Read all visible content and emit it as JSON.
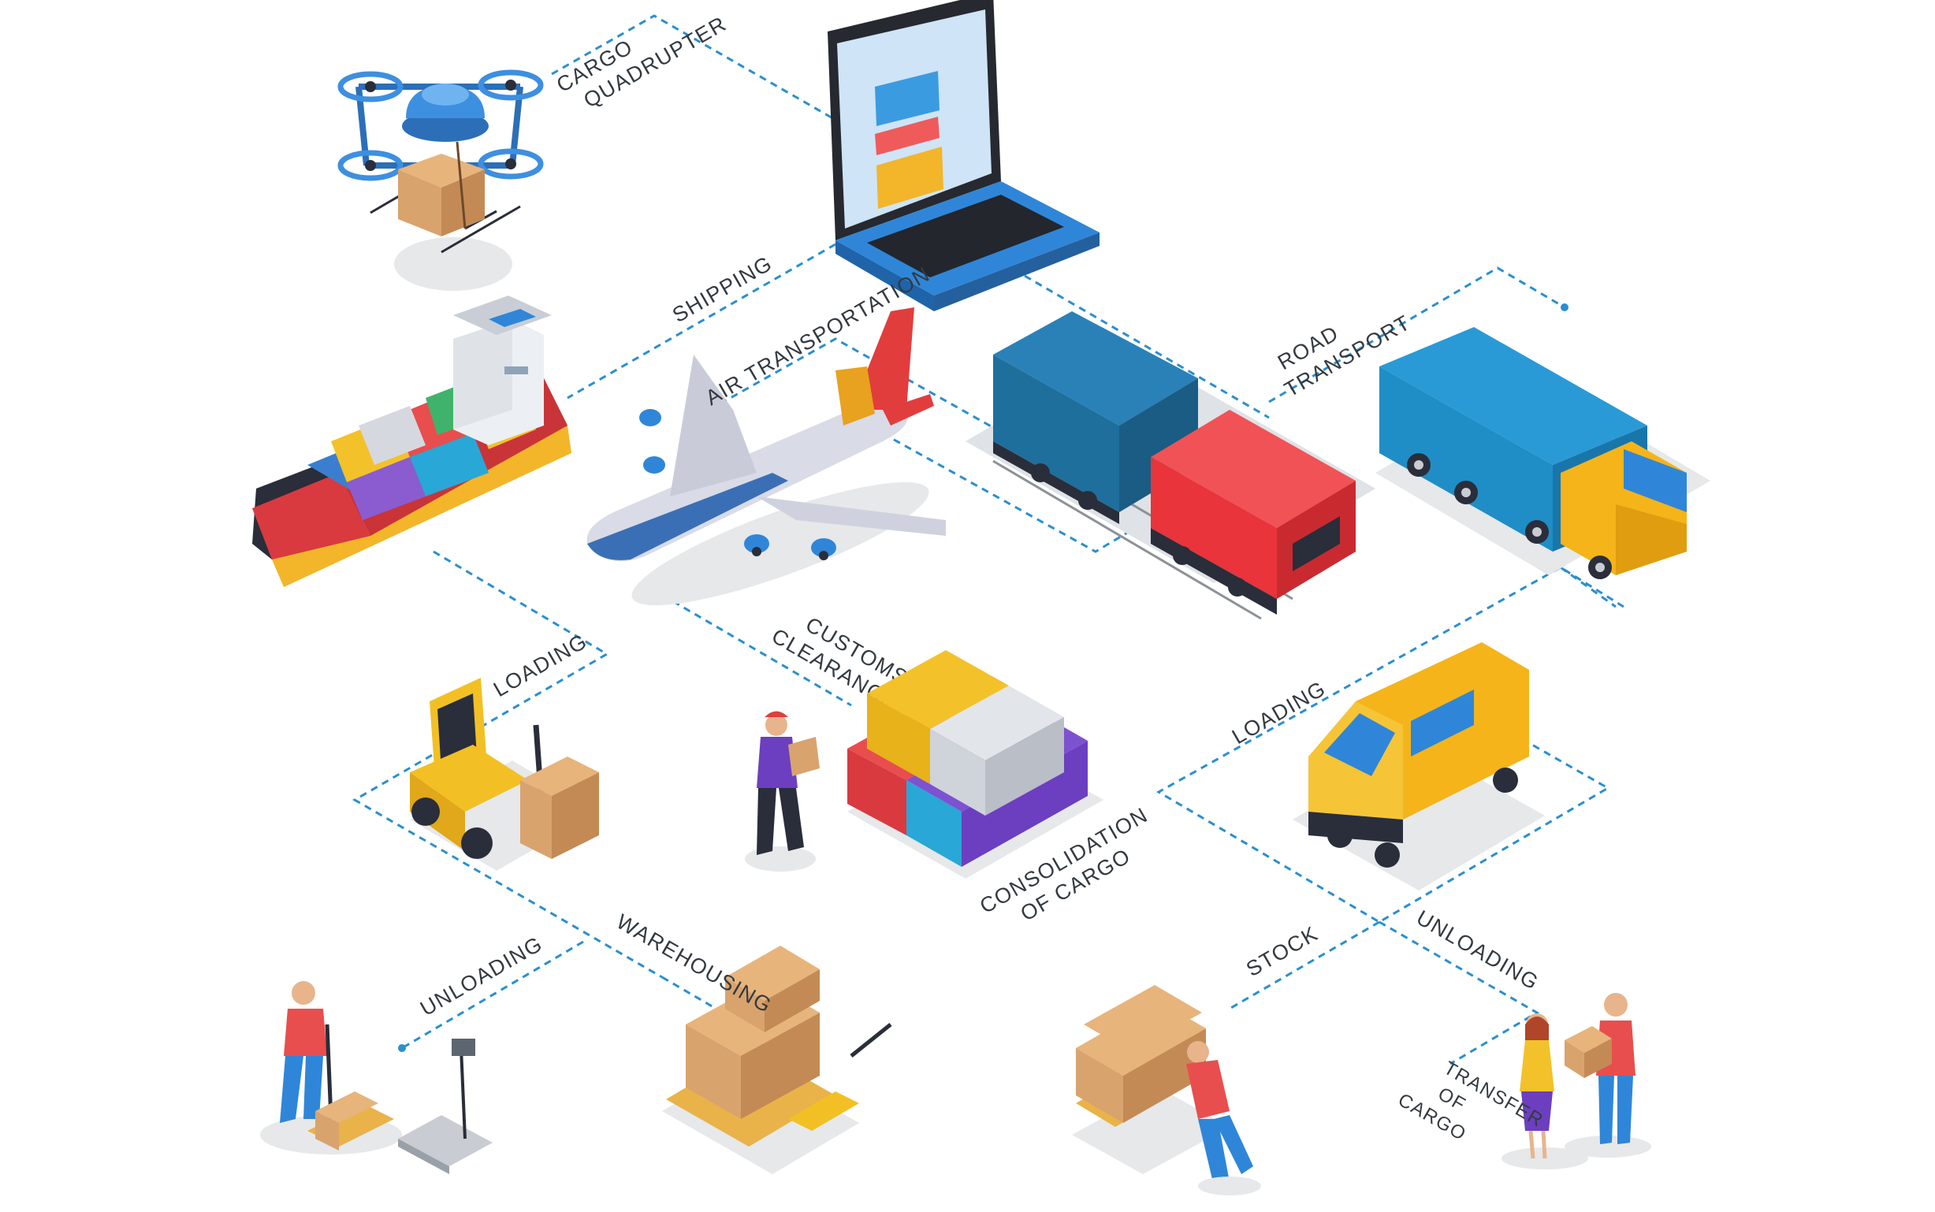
{
  "labels": {
    "cargo_quadrupter": [
      "CARGO",
      "QUADRUPTER"
    ],
    "shipping": "SHIPPING",
    "air_transportation": "AIR TRANSPORTATION",
    "road_transport": [
      "ROAD",
      "TRANSPORT"
    ],
    "loading_left": "LOADING",
    "customs_clearance": [
      "CUSTOMS",
      "CLEARANCE"
    ],
    "consolidation_of_cargo": [
      "CONSOLIDATION",
      "OF CARGO"
    ],
    "loading_right": "LOADING",
    "warehousing": "WAREHOUSING",
    "unloading_left": "UNLOADING",
    "stock": "STOCK",
    "unloading_right": "UNLOADING",
    "transfer_of_cargo": [
      "TRANSFER",
      "OF",
      "CARGO"
    ]
  },
  "colors": {
    "connector": "#2a8fd0",
    "label": "#333a40",
    "truck_container": "#1f8ec6",
    "truck_cab": "#f4b41a",
    "train_wagon": "#1f6f9c",
    "locomotive": "#e8343a",
    "ship_hull_red": "#d93a3f",
    "ship_hull_dark": "#2a2d3a",
    "ship_hull_yellow": "#f3b52a",
    "plane_body": "#d9dbe6",
    "plane_tail": "#e23d3d",
    "laptop": "#2f86d8",
    "drone": "#3d8fe0",
    "van": "#f4b41a",
    "forklift": "#f2c025",
    "cardboard": "#d9a36d",
    "pallet": "#e9b34a",
    "purple_container": "#6b3fbf"
  },
  "icons": [
    "cargo-drone-icon",
    "laptop-icon",
    "cargo-ship-icon",
    "airplane-icon",
    "freight-train-icon",
    "semi-truck-icon",
    "forklift-icon",
    "courier-icon",
    "container-stack-icon",
    "delivery-van-icon",
    "pallet-jack-worker-icon",
    "platform-scale-icon",
    "pallet-boxes-icon",
    "worker-pushing-boxes-icon",
    "people-exchanging-box-icon"
  ]
}
